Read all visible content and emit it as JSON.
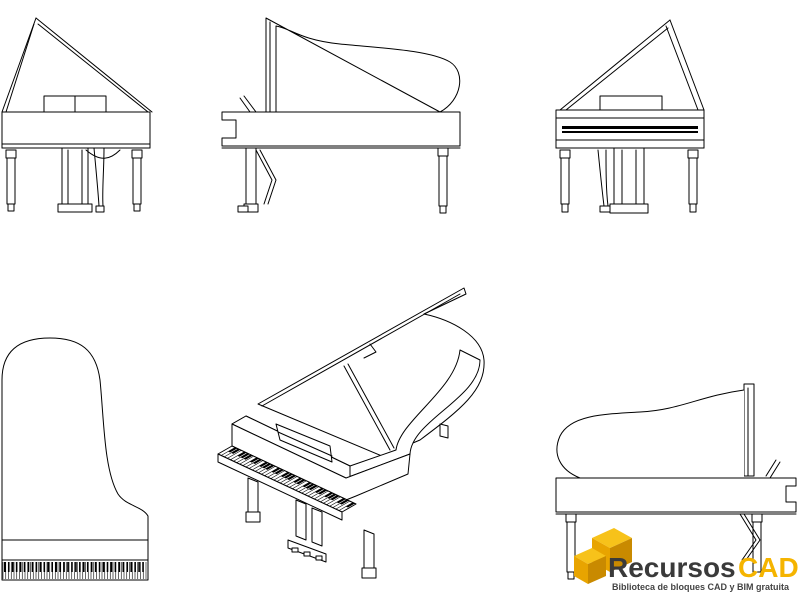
{
  "views": [
    {
      "name": "front-view"
    },
    {
      "name": "left-side-view"
    },
    {
      "name": "back-view"
    },
    {
      "name": "top-plan-view"
    },
    {
      "name": "isometric-view"
    },
    {
      "name": "right-side-view"
    }
  ],
  "watermark": {
    "brand_part1": "Recursos",
    "brand_part2": "CAD",
    "tagline": "Biblioteca de bloques CAD y BIM gratuita",
    "colors": {
      "brand_dark": "#3a3a3a",
      "brand_accent": "#f5b400",
      "cube_top": "#f7c21a",
      "cube_left": "#e8a400",
      "cube_right": "#c98a00"
    }
  }
}
